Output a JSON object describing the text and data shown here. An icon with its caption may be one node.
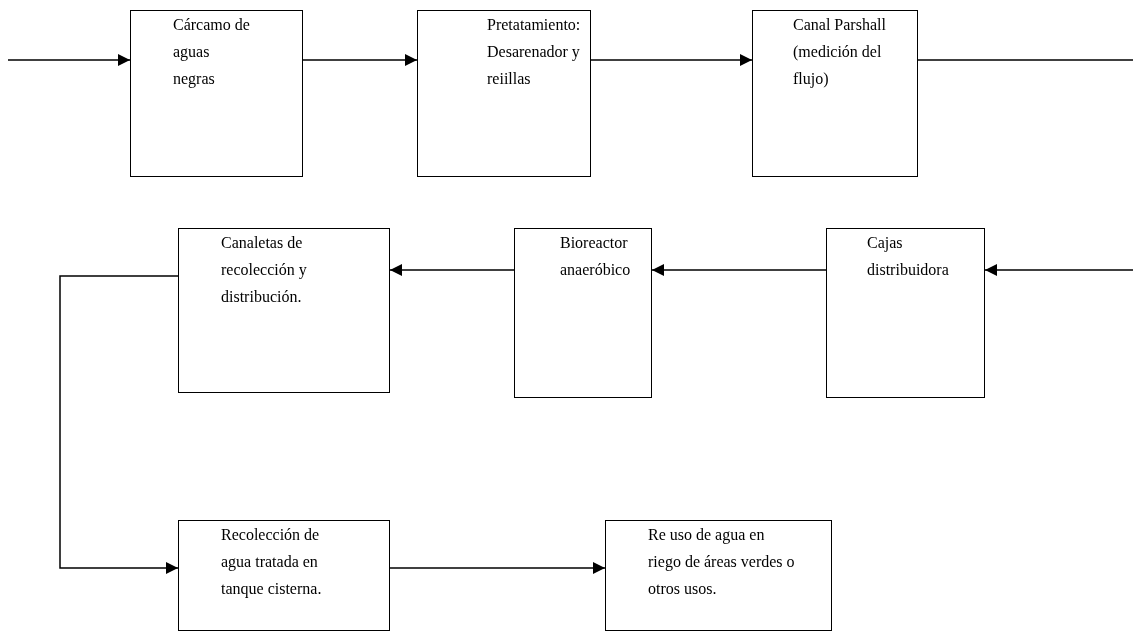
{
  "diagram": {
    "nodes": [
      {
        "text": [
          "Cárcamo de aguas negras"
        ]
      },
      {
        "text": [
          "Pretatamiento: Desarenador y reiillas"
        ]
      },
      {
        "text": [
          "Canal Parshall (medición del flujo)"
        ]
      },
      {
        "text": [
          "Canaletas de recolección y distribución."
        ]
      },
      {
        "text": [
          "Bioreactor anaeróbico"
        ]
      },
      {
        "text": [
          "Cajas distribuidora"
        ]
      },
      {
        "text": [
          "Recolección de agua tratada en tanque cisterna."
        ]
      },
      {
        "text": [
          "Re uso de agua en riego de áreas verdes o otros usos."
        ]
      }
    ],
    "edges": [
      {
        "from": null,
        "to": 0,
        "arrow": "to"
      },
      {
        "from": 0,
        "to": 1,
        "arrow": "to"
      },
      {
        "from": 1,
        "to": 2,
        "arrow": "to"
      },
      {
        "from": 2,
        "to": null,
        "arrow": "none"
      },
      {
        "from": null,
        "to": 5,
        "arrow": "to"
      },
      {
        "from": 5,
        "to": 4,
        "arrow": "to"
      },
      {
        "from": 4,
        "to": 3,
        "arrow": "to"
      },
      {
        "from": 3,
        "to": 6,
        "arrow": "to"
      },
      {
        "from": 6,
        "to": 7,
        "arrow": "to"
      }
    ]
  }
}
